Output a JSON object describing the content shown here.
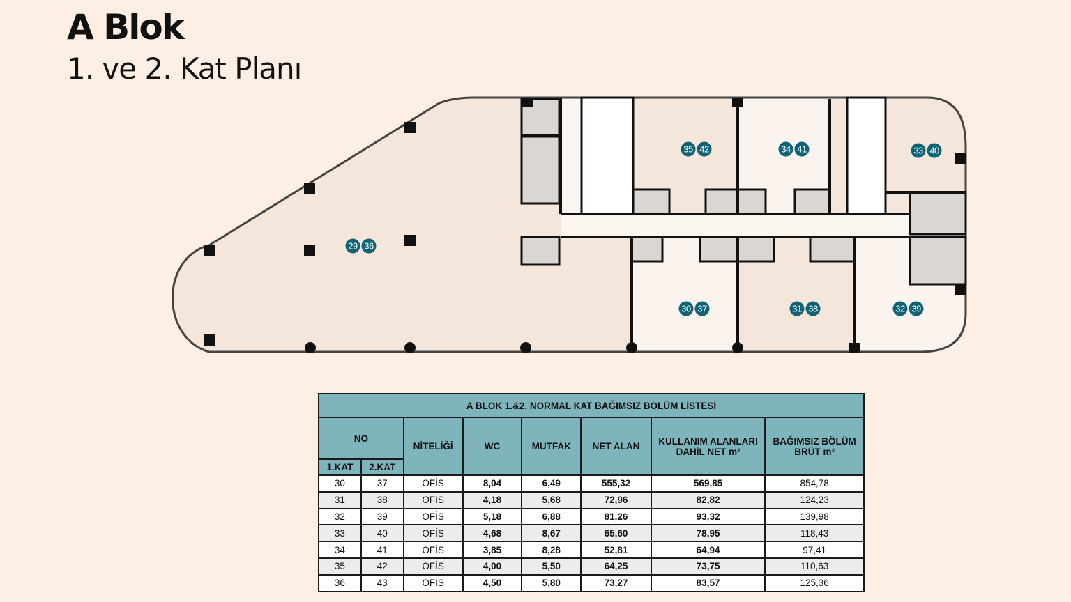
{
  "header": {
    "title": "A Blok",
    "subtitle": "1. ve 2. Kat Planı"
  },
  "plan": {
    "badge_color": "#0e6474",
    "units": [
      {
        "a": "29",
        "b": "36"
      },
      {
        "a": "35",
        "b": "42"
      },
      {
        "a": "34",
        "b": "41"
      },
      {
        "a": "33",
        "b": "40"
      },
      {
        "a": "30",
        "b": "37"
      },
      {
        "a": "31",
        "b": "38"
      },
      {
        "a": "32",
        "b": "39"
      }
    ]
  },
  "table": {
    "title": "A BLOK 1.&2. NORMAL KAT BAĞIMSIZ BÖLÜM LİSTESİ",
    "headers": {
      "no": "NO",
      "kat1": "1.KAT",
      "kat2": "2.KAT",
      "niteligi": "NİTELİĞİ",
      "wc": "WC",
      "mutfak": "MUTFAK",
      "net_alan": "NET ALAN",
      "kullanim_1": "KULLANIM ALANLARI",
      "kullanim_2": "DAHİL NET m²",
      "brut_1": "BAĞIMSIZ BÖLÜM",
      "brut_2": "BRÜT m²"
    },
    "header_color": "#7eb5bc",
    "rows": [
      [
        "30",
        "37",
        "OFİS",
        "8,04",
        "6,49",
        "555,32",
        "569,85",
        "854,78"
      ],
      [
        "31",
        "38",
        "OFİS",
        "4,18",
        "5,68",
        "72,96",
        "82,82",
        "124,23"
      ],
      [
        "32",
        "39",
        "OFİS",
        "5,18",
        "6,88",
        "81,26",
        "93,32",
        "139,98"
      ],
      [
        "33",
        "40",
        "OFİS",
        "4,68",
        "8,67",
        "65,60",
        "78,95",
        "118,43"
      ],
      [
        "34",
        "41",
        "OFİS",
        "3,85",
        "8,28",
        "52,81",
        "64,94",
        "97,41"
      ],
      [
        "35",
        "42",
        "OFİS",
        "4,00",
        "5,50",
        "64,25",
        "73,75",
        "110,63"
      ],
      [
        "36",
        "43",
        "OFİS",
        "4,50",
        "5,80",
        "73,27",
        "83,57",
        "125,36"
      ]
    ]
  }
}
